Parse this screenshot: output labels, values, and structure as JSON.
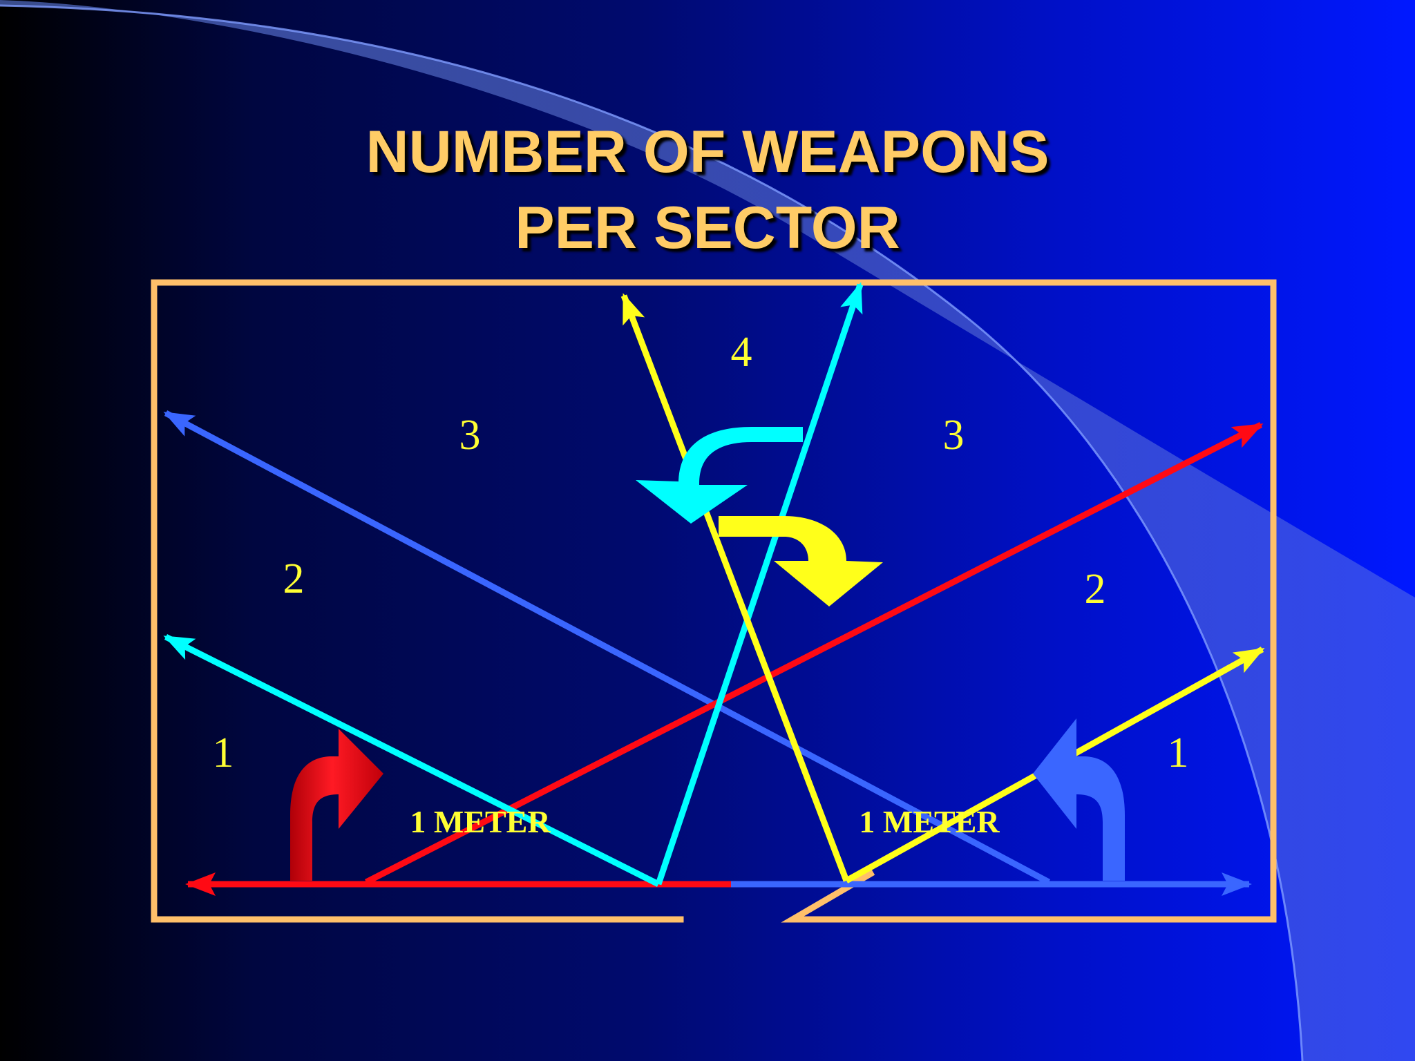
{
  "slide": {
    "title_line1": "NUMBER OF WEAPONS",
    "title_line2": "PER SECTOR"
  },
  "diagram": {
    "sector_labels": {
      "left_1": "1",
      "left_2": "2",
      "left_3": "3",
      "center_4": "4",
      "right_3": "3",
      "right_2": "2",
      "right_1": "1"
    },
    "distance_left": "1 METER",
    "distance_right": "1 METER"
  },
  "colors": {
    "frame": "#ffc06a",
    "title": "#ffcc66",
    "label": "#ffff33",
    "red": "#ff0a14",
    "blue": "#3a66ff",
    "cyan": "#00ffff",
    "yellow": "#ffff1a"
  }
}
